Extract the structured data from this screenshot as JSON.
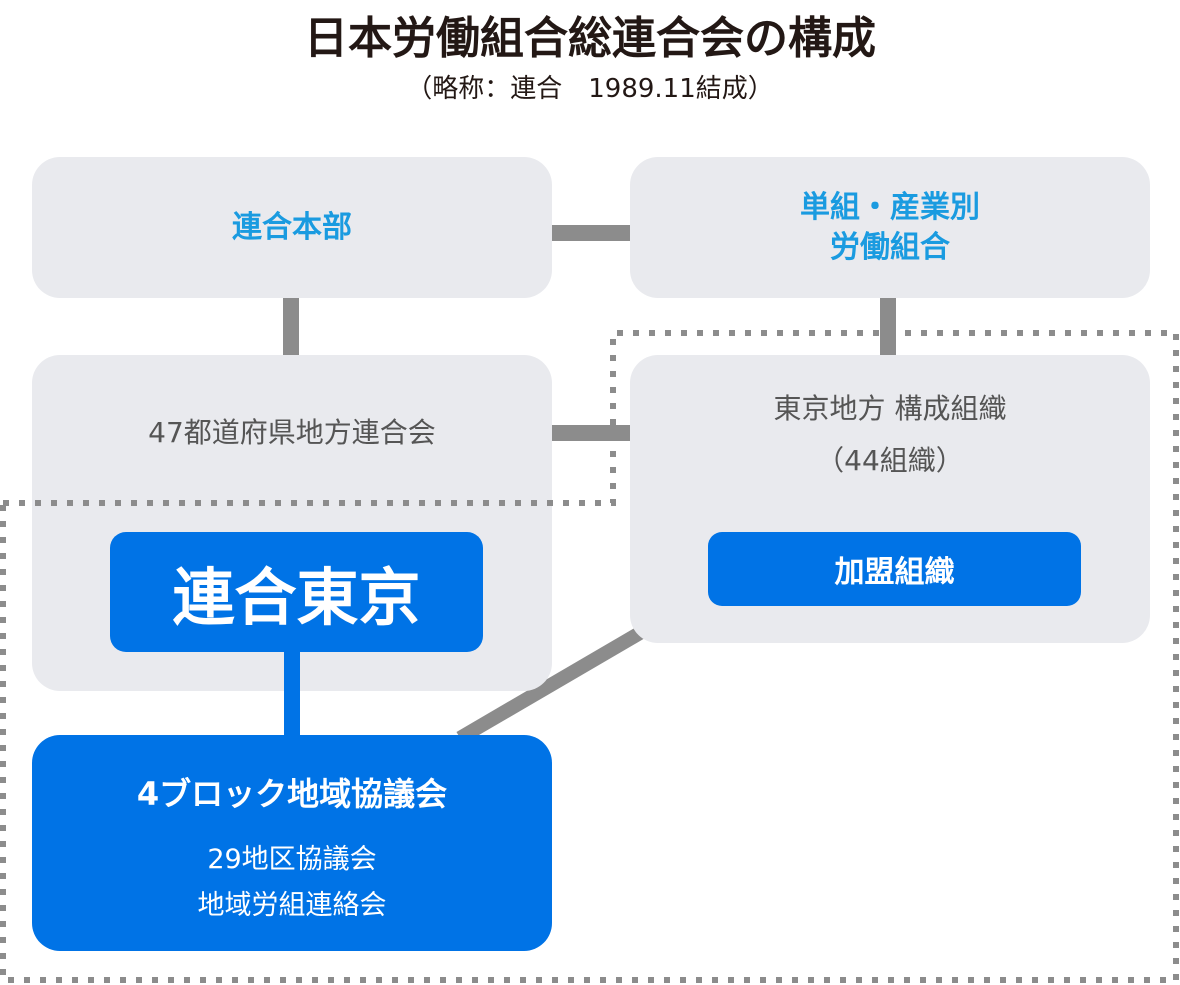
{
  "title": "日本労働組合総連合会の構成",
  "subtitle": "（略称：連合　1989.11結成）",
  "nodes": {
    "hq": "連合本部",
    "unions_line1": "単組・産業別",
    "unions_line2": "労働組合",
    "prefectural": "47都道府県地方連合会",
    "tokyo_orgs_line1": "東京地方 構成組織",
    "tokyo_orgs_line2": "（44組織）",
    "member_orgs": "加盟組織",
    "rengo_tokyo": "連合東京",
    "block_title": "4ブロック地域協議会",
    "block_line1": "29地区協議会",
    "block_line2": "地域労組連絡会"
  },
  "colors": {
    "box": "#e9eaee",
    "blue": "#0073e6",
    "accent_text": "#1a9be0",
    "connector": "#8c8c8c"
  }
}
